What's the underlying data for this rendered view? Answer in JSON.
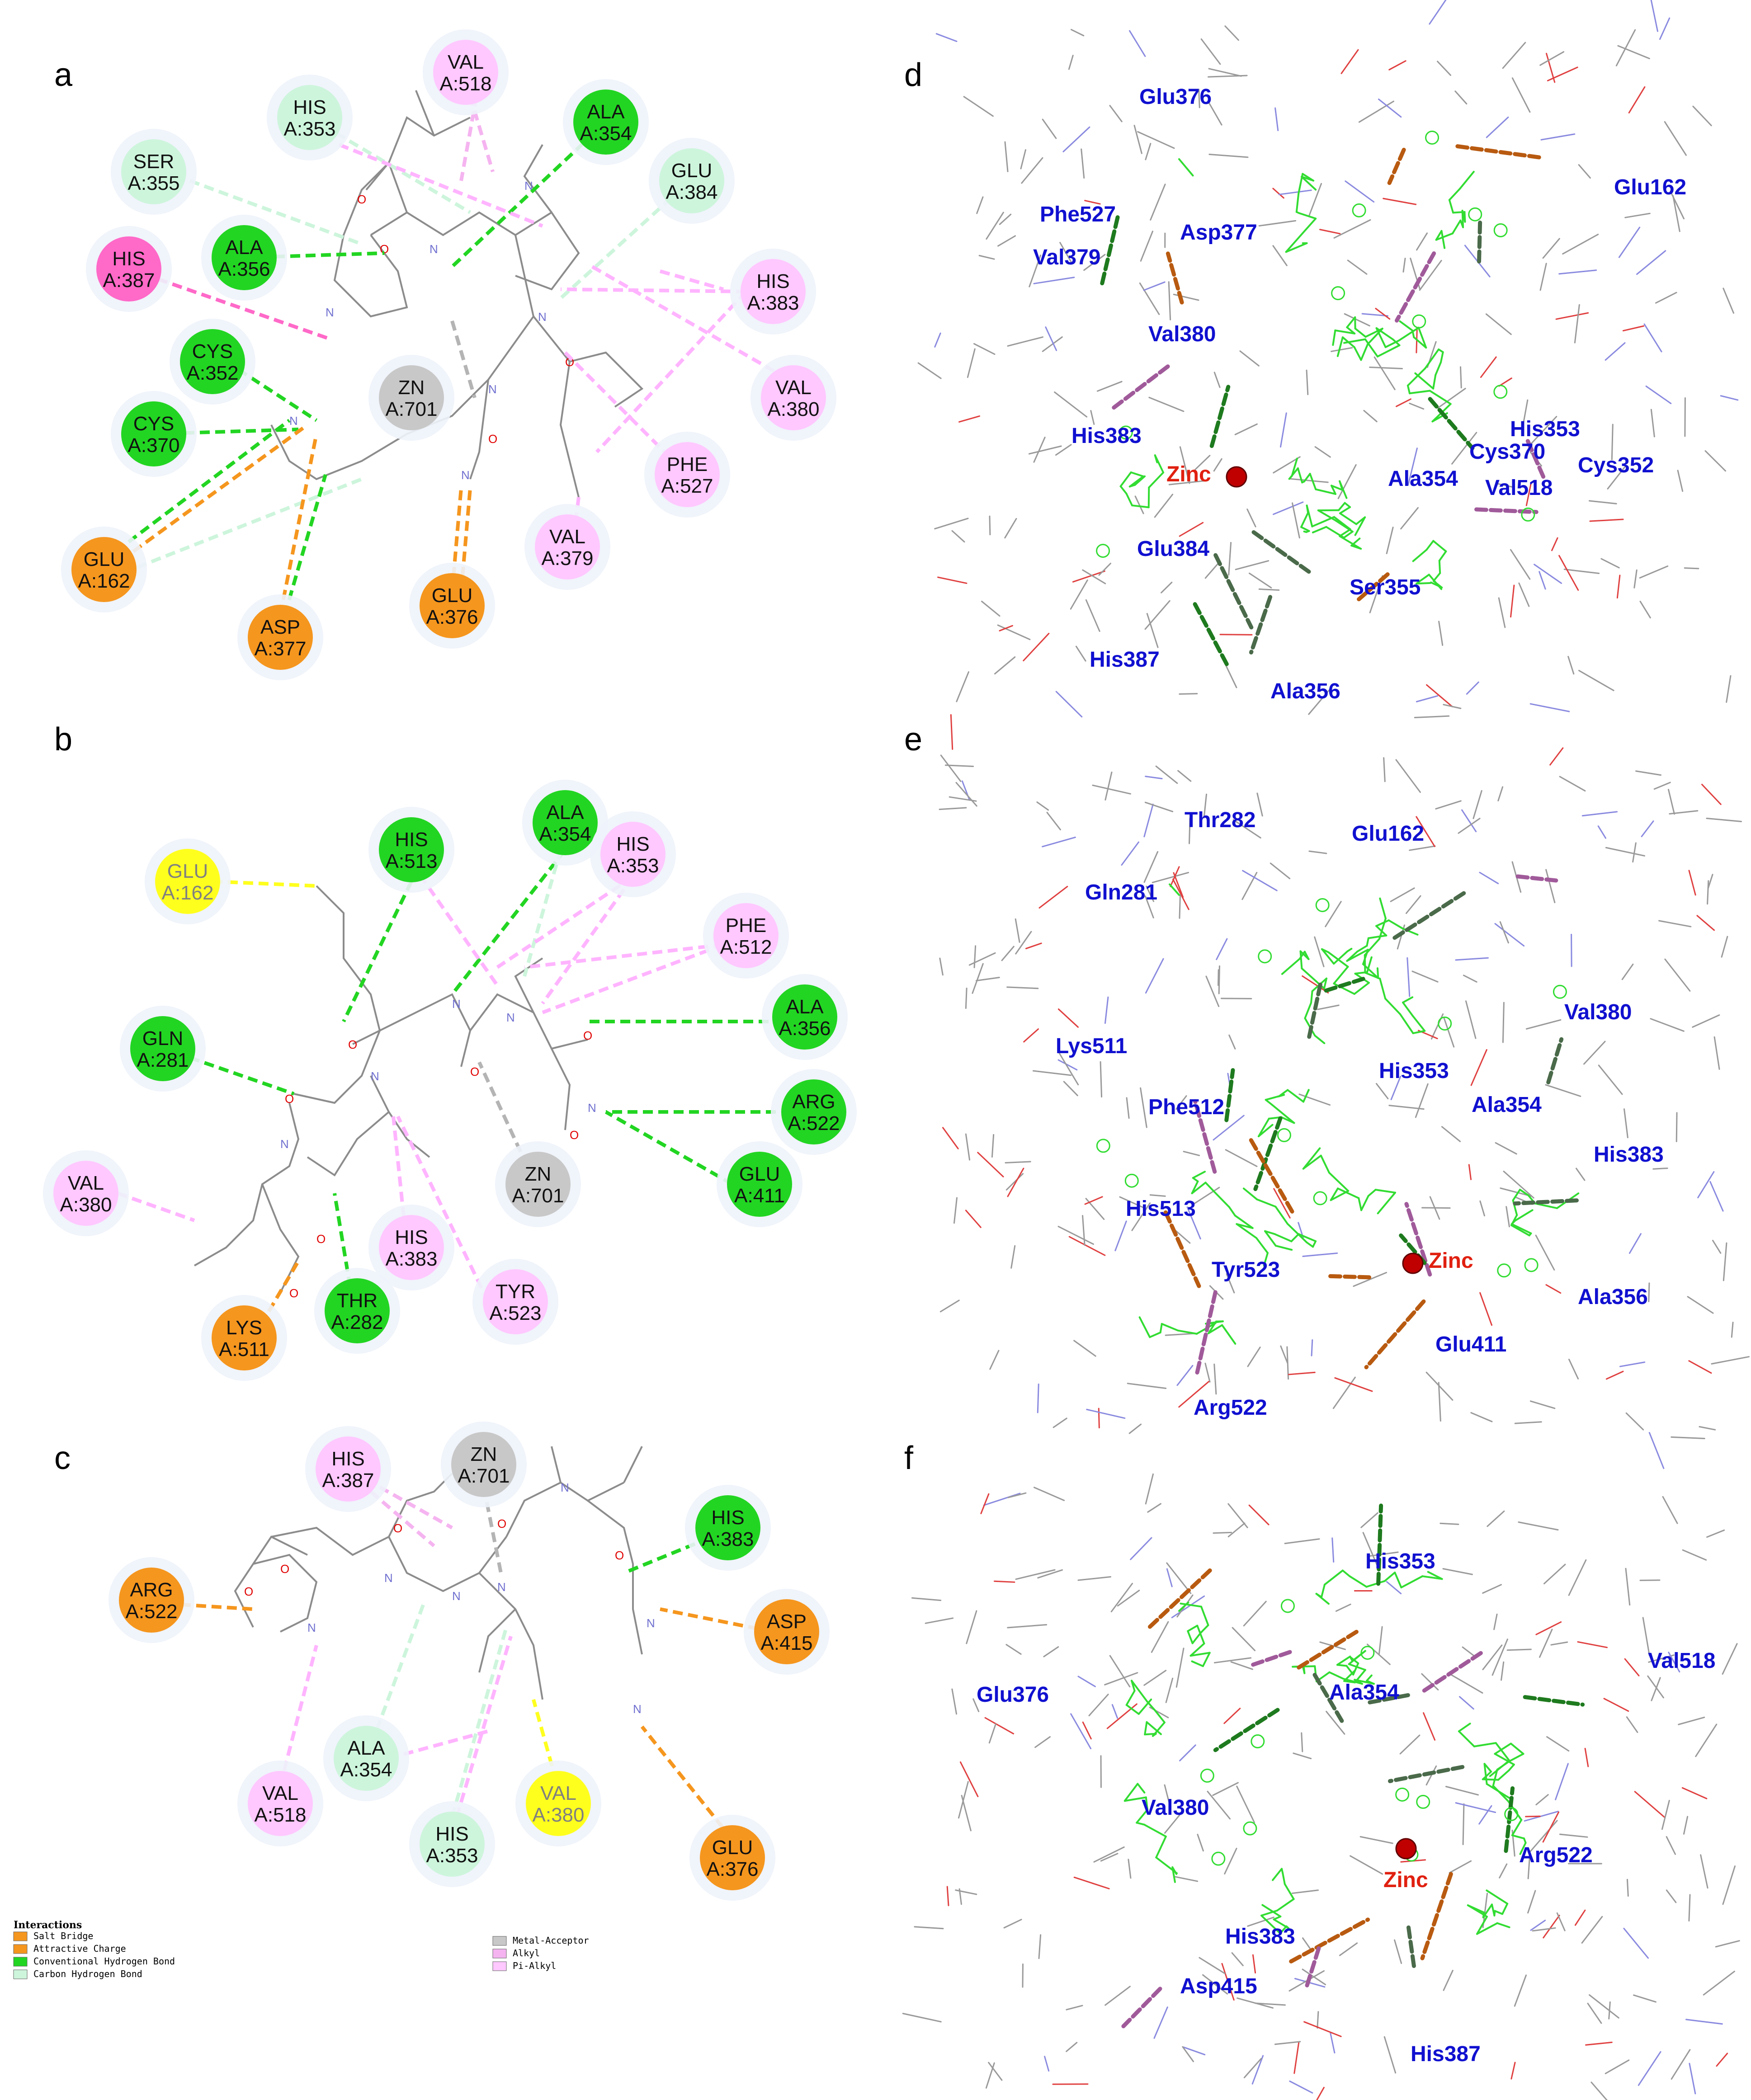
{
  "panel_labels": [
    "a",
    "b",
    "c",
    "d",
    "e",
    "f"
  ],
  "colors": {
    "salt_bridge": "#f5961e",
    "attractive_charge": "#f5961e",
    "conventional_hbond": "#22d522",
    "carbon_hbond": "#cdf5dc",
    "metal_acceptor": "#b4b4b4",
    "alkyl": "#f5b4f0",
    "pi_alkyl": "#ffb4ff",
    "pi_cation": "#ff69c8",
    "unfavorable": "#ffff1e",
    "stick_green": "#32dc32",
    "label_blue": "#1010d0",
    "zinc_red": "#c00000"
  },
  "panel_a": {
    "residues": [
      {
        "line1": "VAL",
        "line2": "A:518",
        "type": "pi_alkyl"
      },
      {
        "line1": "HIS",
        "line2": "A:353",
        "type": "carbon_hbond"
      },
      {
        "line1": "ALA",
        "line2": "A:354",
        "type": "conventional_hbond"
      },
      {
        "line1": "SER",
        "line2": "A:355",
        "type": "carbon_hbond"
      },
      {
        "line1": "GLU",
        "line2": "A:384",
        "type": "carbon_hbond"
      },
      {
        "line1": "HIS",
        "line2": "A:387",
        "type": "pi_cation"
      },
      {
        "line1": "ALA",
        "line2": "A:356",
        "type": "conventional_hbond"
      },
      {
        "line1": "HIS",
        "line2": "A:383",
        "type": "pi_alkyl"
      },
      {
        "line1": "CYS",
        "line2": "A:352",
        "type": "conventional_hbond"
      },
      {
        "line1": "ZN",
        "line2": "A:701",
        "type": "metal_acceptor"
      },
      {
        "line1": "VAL",
        "line2": "A:380",
        "type": "pi_alkyl"
      },
      {
        "line1": "CYS",
        "line2": "A:370",
        "type": "conventional_hbond"
      },
      {
        "line1": "PHE",
        "line2": "A:527",
        "type": "pi_alkyl"
      },
      {
        "line1": "VAL",
        "line2": "A:379",
        "type": "pi_alkyl"
      },
      {
        "line1": "GLU",
        "line2": "A:162",
        "type": "salt_bridge"
      },
      {
        "line1": "GLU",
        "line2": "A:376",
        "type": "salt_bridge"
      },
      {
        "line1": "ASP",
        "line2": "A:377",
        "type": "salt_bridge"
      }
    ]
  },
  "panel_b": {
    "residues": [
      {
        "line1": "GLU",
        "line2": "A:162",
        "type": "unfavorable"
      },
      {
        "line1": "HIS",
        "line2": "A:513",
        "type": "conventional_hbond"
      },
      {
        "line1": "ALA",
        "line2": "A:354",
        "type": "conventional_hbond"
      },
      {
        "line1": "HIS",
        "line2": "A:353",
        "type": "pi_alkyl"
      },
      {
        "line1": "PHE",
        "line2": "A:512",
        "type": "pi_alkyl"
      },
      {
        "line1": "ALA",
        "line2": "A:356",
        "type": "conventional_hbond"
      },
      {
        "line1": "GLN",
        "line2": "A:281",
        "type": "conventional_hbond"
      },
      {
        "line1": "ARG",
        "line2": "A:522",
        "type": "conventional_hbond"
      },
      {
        "line1": "ZN",
        "line2": "A:701",
        "type": "metal_acceptor"
      },
      {
        "line1": "GLU",
        "line2": "A:411",
        "type": "conventional_hbond"
      },
      {
        "line1": "VAL",
        "line2": "A:380",
        "type": "pi_alkyl"
      },
      {
        "line1": "HIS",
        "line2": "A:383",
        "type": "pi_alkyl"
      },
      {
        "line1": "TYR",
        "line2": "A:523",
        "type": "pi_alkyl"
      },
      {
        "line1": "LYS",
        "line2": "A:511",
        "type": "salt_bridge"
      },
      {
        "line1": "THR",
        "line2": "A:282",
        "type": "conventional_hbond"
      }
    ]
  },
  "panel_c": {
    "residues": [
      {
        "line1": "HIS",
        "line2": "A:387",
        "type": "pi_alkyl"
      },
      {
        "line1": "ZN",
        "line2": "A:701",
        "type": "metal_acceptor"
      },
      {
        "line1": "HIS",
        "line2": "A:383",
        "type": "conventional_hbond"
      },
      {
        "line1": "ARG",
        "line2": "A:522",
        "type": "salt_bridge"
      },
      {
        "line1": "ASP",
        "line2": "A:415",
        "type": "salt_bridge"
      },
      {
        "line1": "ALA",
        "line2": "A:354",
        "type": "carbon_hbond"
      },
      {
        "line1": "VAL",
        "line2": "A:518",
        "type": "pi_alkyl"
      },
      {
        "line1": "HIS",
        "line2": "A:353",
        "type": "carbon_hbond"
      },
      {
        "line1": "VAL",
        "line2": "A:380",
        "type": "unfavorable"
      },
      {
        "line1": "GLU",
        "line2": "A:376",
        "type": "salt_bridge"
      }
    ]
  },
  "legend": {
    "title": "Interactions",
    "items": [
      {
        "label": "Salt Bridge",
        "type": "salt_bridge"
      },
      {
        "label": "Attractive Charge",
        "type": "attractive_charge"
      },
      {
        "label": "Conventional Hydrogen Bond",
        "type": "conventional_hbond"
      },
      {
        "label": "Carbon Hydrogen Bond",
        "type": "carbon_hbond"
      },
      {
        "label": "Metal-Acceptor",
        "type": "metal_acceptor"
      },
      {
        "label": "Alkyl",
        "type": "alkyl"
      },
      {
        "label": "Pi-Alkyl",
        "type": "pi_alkyl"
      }
    ]
  },
  "panel_d": {
    "labels": [
      "Glu376",
      "Glu162",
      "Phe527",
      "Asp377",
      "Val379",
      "Val380",
      "His353",
      "His383",
      "Cys370",
      "Cys352",
      "Ala354",
      "Val518",
      "Glu384",
      "Ser355",
      "His387",
      "Ala356"
    ],
    "zinc": "Zinc"
  },
  "panel_e": {
    "labels": [
      "Thr282",
      "Glu162",
      "Gln281",
      "Val380",
      "Lys511",
      "His353",
      "Ala354",
      "Phe512",
      "His383",
      "His513",
      "Tyr523",
      "Ala356",
      "Glu411",
      "Arg522"
    ],
    "zinc": "Zinc"
  },
  "panel_f": {
    "labels": [
      "His353",
      "Val518",
      "Glu376",
      "Ala354",
      "Val380",
      "Arg522",
      "His383",
      "Asp415",
      "His387"
    ],
    "zinc": "Zinc"
  }
}
